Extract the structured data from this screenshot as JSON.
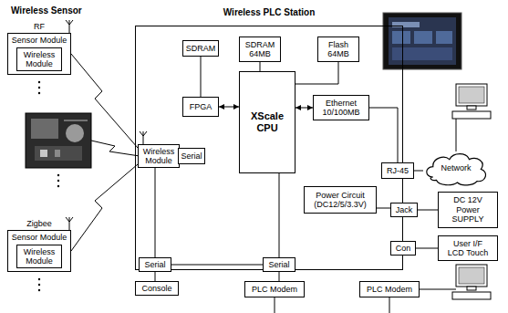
{
  "diagram": {
    "nodes": [
      {
        "text": [
          "Wireless PLC Station"
        ]
      },
      {
        "text": [
          "RF",
          "Sensor Module"
        ]
      },
      {
        "text": [
          "Wireless Module"
        ],
        "in": 1
      },
      {
        "text": [
          "Zigbee",
          "Sensor Module"
        ]
      },
      {
        "text": [
          "Wireless Module"
        ],
        "in": 3
      },
      {
        "text": [
          "SDRAM"
        ],
        "in": 0
      },
      {
        "text": [
          "FPGA"
        ],
        "in": 0
      },
      {
        "text": [
          "SDRAM 64MB"
        ],
        "in": 0
      },
      {
        "text": [
          "XScale CPU"
        ],
        "in": 0
      },
      {
        "text": [
          "Flash 64MB"
        ],
        "in": 0
      },
      {
        "text": [
          "Ethernet 10/100MB"
        ],
        "in": 0
      },
      {
        "text": [
          "Wireless Module"
        ],
        "in": 0
      },
      {
        "text": [
          "Serial"
        ],
        "in": 0
      },
      {
        "text": [
          "Power Circuit (DC12/5/3.3V)"
        ],
        "in": 0
      },
      {
        "text": [
          "Serial"
        ],
        "in": 0
      },
      {
        "text": [
          "Serial"
        ],
        "in": 0
      },
      {
        "text": [
          "RJ-45"
        ],
        "in": 0
      },
      {
        "text": [
          "Jack"
        ],
        "in": 0
      },
      {
        "text": [
          "Con"
        ],
        "in": 0
      },
      {
        "text": [
          "Network"
        ]
      },
      {
        "text": [
          "DC 12V Power SUPPLY"
        ]
      },
      {
        "text": [
          "User I/F LCD Touch"
        ]
      },
      {
        "text": [
          "Console"
        ]
      },
      {
        "text": [
          "PLC Modem"
        ]
      },
      {
        "text": [
          "PLC Modem"
        ]
      }
    ],
    "edges": [
      {
        "from": 5,
        "to": 6,
        "arrow": "none"
      },
      {
        "from": 6,
        "to": 8,
        "arrow": "both"
      },
      {
        "from": 7,
        "to": 8,
        "arrow": "none"
      },
      {
        "from": 9,
        "to": 8,
        "arrow": "none"
      },
      {
        "from": 8,
        "to": 10,
        "arrow": "both"
      },
      {
        "from": 10,
        "to": 16,
        "arrow": "none"
      },
      {
        "from": 16,
        "to": 19,
        "arrow": "none"
      },
      {
        "from": 13,
        "to": 17,
        "arrow": "none"
      },
      {
        "from": 17,
        "to": 20,
        "arrow": "none"
      },
      {
        "from": 18,
        "to": 21,
        "arrow": "none"
      },
      {
        "from": 1,
        "to": 11,
        "arrow": "none"
      },
      {
        "from": 3,
        "to": 11,
        "arrow": "none"
      },
      {
        "from": 11,
        "to": 14,
        "arrow": "none"
      },
      {
        "from": 14,
        "to": 15,
        "arrow": "none"
      },
      {
        "from": 15,
        "to": 8,
        "arrow": "none"
      },
      {
        "from": 14,
        "to": 22,
        "arrow": "none"
      },
      {
        "from": 15,
        "to": 23,
        "arrow": "none"
      }
    ],
    "labels": [
      "Wireless Sensor"
    ]
  }
}
